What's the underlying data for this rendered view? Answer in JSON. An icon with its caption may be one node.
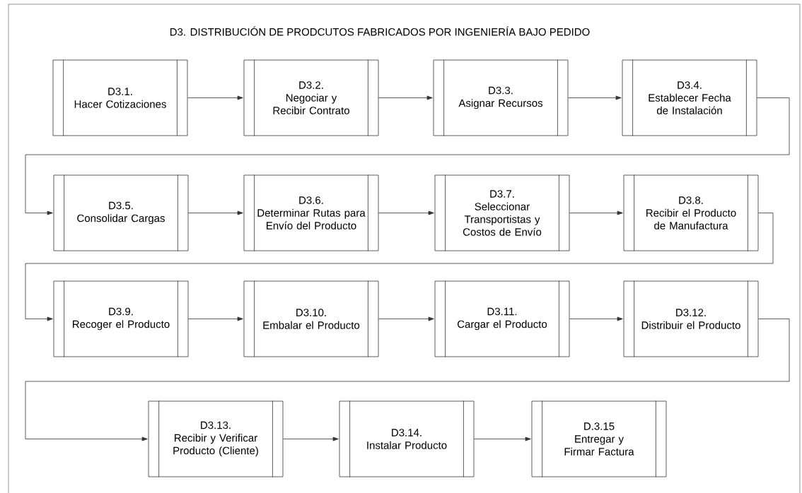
{
  "diagram": {
    "title": "D3. DISTRIBUCIÓN DE PRODCUTOS FABRICADOS POR INGENIERÍA BAJO PEDIDO",
    "nodes": [
      {
        "text": [
          "D3.1.",
          "Hacer Cotizaciones"
        ]
      },
      {
        "text": [
          "D3.2.",
          "Negociar y Recibir Contrato"
        ]
      },
      {
        "text": [
          "D3.3.",
          "Asignar Recursos"
        ]
      },
      {
        "text": [
          "D3.4.",
          "Establecer Fecha de Instalación"
        ]
      },
      {
        "text": [
          "D3.5.",
          "Consolidar Cargas"
        ]
      },
      {
        "text": [
          "D3.6.",
          "Determinar Rutas para Envío del Producto"
        ]
      },
      {
        "text": [
          "D3.7.",
          "Seleccionar Transportistas y Costos de Envío"
        ]
      },
      {
        "text": [
          "D3.8.",
          "Recibir el Producto de Manufactura"
        ]
      },
      {
        "text": [
          "D3.9.",
          "Recoger el Producto"
        ]
      },
      {
        "text": [
          "D3.10.",
          "Embalar el Producto"
        ]
      },
      {
        "text": [
          "D3.11.",
          "Cargar el Producto"
        ]
      },
      {
        "text": [
          "D3.12.",
          "Distribuir el Producto"
        ]
      },
      {
        "text": [
          "D3.13.",
          "Recibir y Verificar Producto (Cliente)"
        ]
      },
      {
        "text": [
          "D3.14.",
          "Instalar Producto"
        ]
      },
      {
        "text": [
          "D.3.15",
          "Entregar y Firmar Factura"
        ]
      }
    ],
    "edges": [
      {
        "from": 0,
        "to": 1,
        "arrow": "to"
      },
      {
        "from": 1,
        "to": 2,
        "arrow": "to"
      },
      {
        "from": 2,
        "to": 3,
        "arrow": "to"
      },
      {
        "from": 3,
        "to": 4,
        "arrow": "to"
      },
      {
        "from": 4,
        "to": 5,
        "arrow": "to"
      },
      {
        "from": 5,
        "to": 6,
        "arrow": "to"
      },
      {
        "from": 6,
        "to": 7,
        "arrow": "to"
      },
      {
        "from": 7,
        "to": 8,
        "arrow": "to"
      },
      {
        "from": 8,
        "to": 9,
        "arrow": "to"
      },
      {
        "from": 9,
        "to": 10,
        "arrow": "to"
      },
      {
        "from": 10,
        "to": 11,
        "arrow": "to"
      },
      {
        "from": 11,
        "to": 12,
        "arrow": "to"
      },
      {
        "from": 12,
        "to": 13,
        "arrow": "to"
      },
      {
        "from": 13,
        "to": 14,
        "arrow": "to"
      }
    ]
  }
}
